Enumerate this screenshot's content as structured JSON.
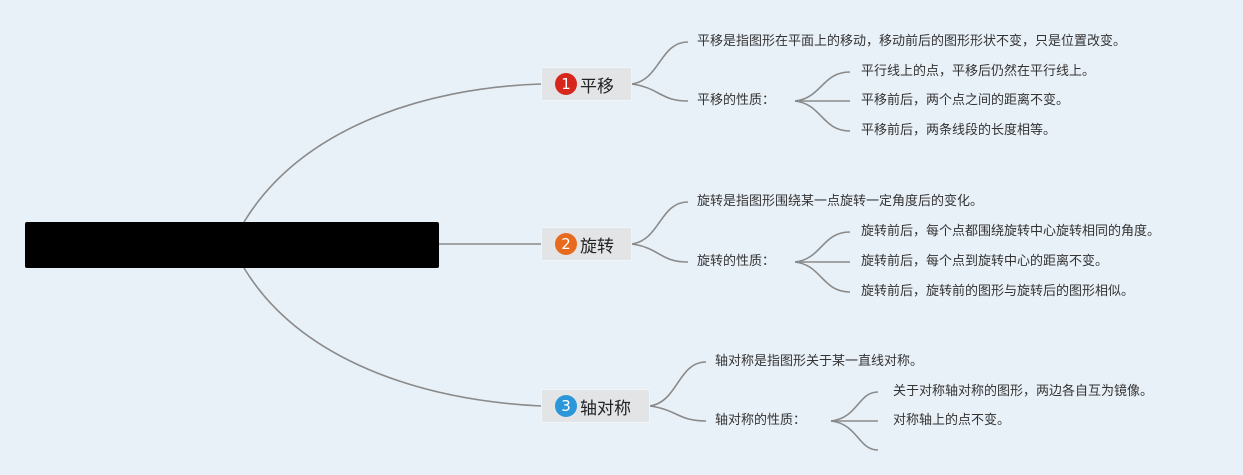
{
  "root": {
    "label": ""
  },
  "colors": {
    "line": "#8a8a8a",
    "badge1": "#d7261c",
    "badge2": "#e86a1e",
    "badge3": "#2b96d8"
  },
  "topics": [
    {
      "badge": "1",
      "title": "平移",
      "definition": "平移是指图形在平面上的移动，移动前后的图形形状不变，只是位置改变。",
      "property_label": "平移的性质：",
      "properties": [
        "平行线上的点，平移后仍然在平行线上。",
        "平移前后，两个点之间的距离不变。",
        "平移前后，两条线段的长度相等。"
      ]
    },
    {
      "badge": "2",
      "title": "旋转",
      "definition": "旋转是指图形围绕某一点旋转一定角度后的变化。",
      "property_label": "旋转的性质：",
      "properties": [
        "旋转前后，每个点都围绕旋转中心旋转相同的角度。",
        "旋转前后，每个点到旋转中心的距离不变。",
        "旋转前后，旋转前的图形与旋转后的图形相似。"
      ]
    },
    {
      "badge": "3",
      "title": "轴对称",
      "definition": "轴对称是指图形关于某一直线对称。",
      "property_label": "轴对称的性质：",
      "properties": [
        "关于对称轴对称的图形，两边各自互为镜像。",
        "对称轴上的点不变。",
        ""
      ]
    }
  ]
}
